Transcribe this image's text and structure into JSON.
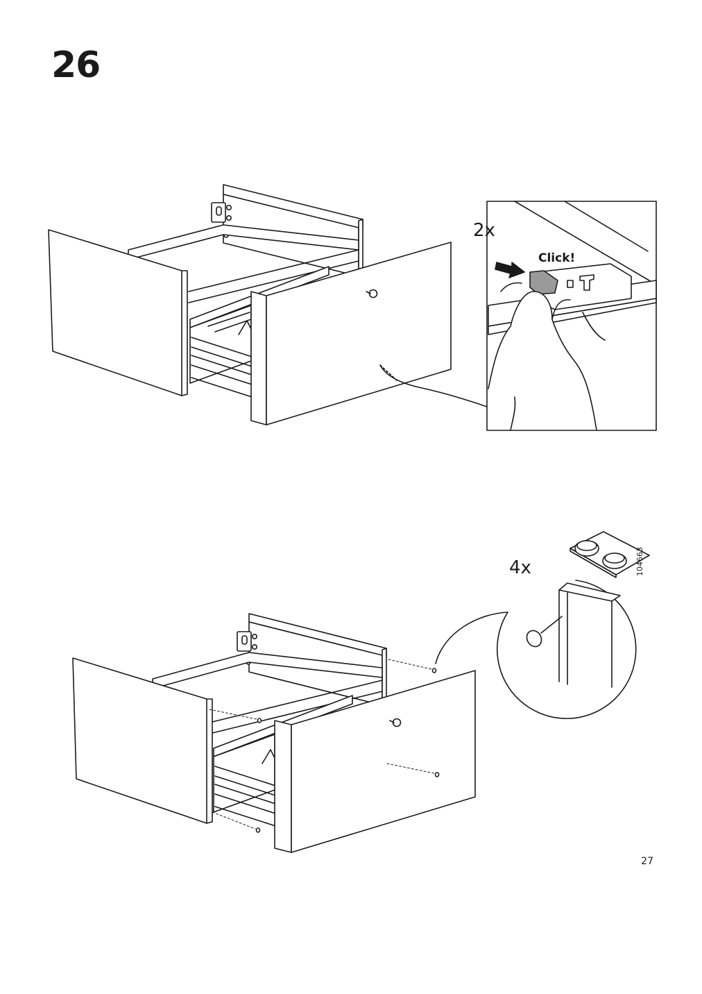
{
  "step": {
    "number": "26"
  },
  "callout_top": {
    "quantity": "2x",
    "sound": "Click!"
  },
  "callout_bottom": {
    "quantity": "4x",
    "article_number": "104663"
  },
  "footer": {
    "page_number": "27"
  }
}
